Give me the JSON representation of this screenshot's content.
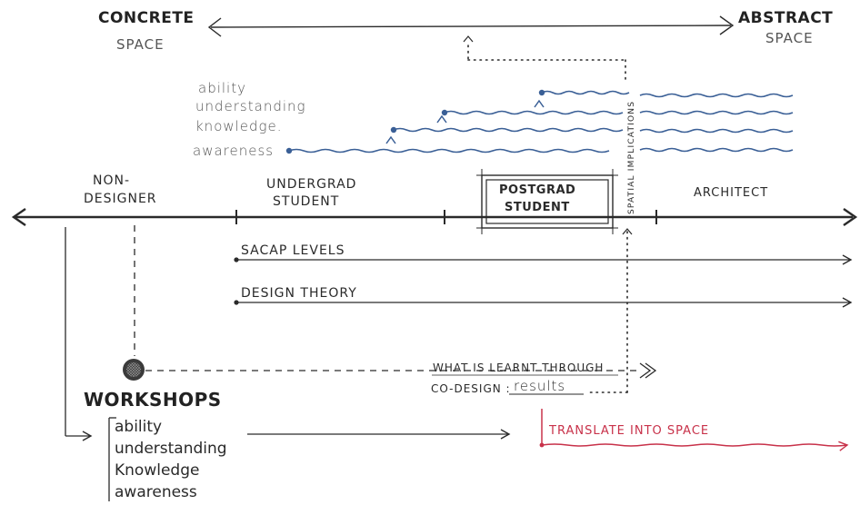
{
  "spectrum": {
    "left_label_top": "CONCRETE",
    "left_label_bottom": "SPACE",
    "right_label_top": "ABSTRACT",
    "right_label_bottom": "SPACE"
  },
  "levels": [
    "ability",
    "understanding",
    "knowledge.",
    "awareness"
  ],
  "stages": {
    "non_designer": [
      "NON-",
      "DESIGNER"
    ],
    "undergrad": [
      "UNDERGRAD",
      "STUDENT"
    ],
    "postgrad": [
      "POSTGRAD",
      "STUDENT"
    ],
    "architect": "ARCHITECT"
  },
  "spatial_implications": "SPATIAL IMPLICATIONS",
  "lines": {
    "sacap": "SACAP LEVELS",
    "design_theory": "DESIGN THEORY"
  },
  "learnt": {
    "line1": "WHAT IS LEARNT THROUGH",
    "line2_prefix": "CO-DESIGN :",
    "results": "results"
  },
  "workshops": {
    "title": "WORKSHOPS",
    "items": [
      "ability",
      "understanding",
      "Knowledge",
      "awareness"
    ]
  },
  "translate": "TRANSLATE INTO SPACE",
  "colors": {
    "ink": "#2a2a2a",
    "blue": "#3a5f96",
    "red": "#c8324a"
  }
}
